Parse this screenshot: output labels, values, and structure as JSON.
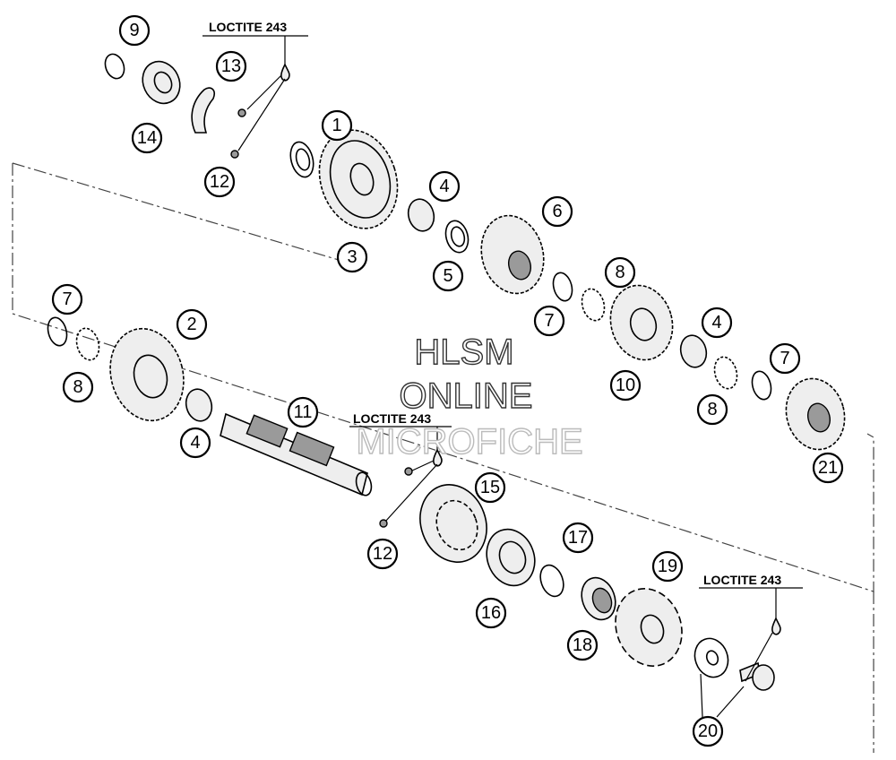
{
  "callouts": [
    {
      "id": "c9",
      "label": "9"
    },
    {
      "id": "c13",
      "label": "13"
    },
    {
      "id": "c14",
      "label": "14"
    },
    {
      "id": "c12a",
      "label": "12"
    },
    {
      "id": "c1",
      "label": "1"
    },
    {
      "id": "c3",
      "label": "3"
    },
    {
      "id": "c4a",
      "label": "4"
    },
    {
      "id": "c6",
      "label": "6"
    },
    {
      "id": "c5",
      "label": "5"
    },
    {
      "id": "c8a",
      "label": "8"
    },
    {
      "id": "c7a",
      "label": "7"
    },
    {
      "id": "c7b",
      "label": "7"
    },
    {
      "id": "c2",
      "label": "2"
    },
    {
      "id": "c8b",
      "label": "8"
    },
    {
      "id": "c4b",
      "label": "4"
    },
    {
      "id": "c10",
      "label": "10"
    },
    {
      "id": "c4c",
      "label": "4"
    },
    {
      "id": "c7c",
      "label": "7"
    },
    {
      "id": "c8c",
      "label": "8"
    },
    {
      "id": "c11",
      "label": "11"
    },
    {
      "id": "c21",
      "label": "21"
    },
    {
      "id": "c15",
      "label": "15"
    },
    {
      "id": "c12b",
      "label": "12"
    },
    {
      "id": "c17",
      "label": "17"
    },
    {
      "id": "c16",
      "label": "16"
    },
    {
      "id": "c19",
      "label": "19"
    },
    {
      "id": "c18",
      "label": "18"
    },
    {
      "id": "c20",
      "label": "20"
    }
  ],
  "notes": {
    "loctite_top": "LOCTITE 243",
    "loctite_mid": "LOCTITE 243",
    "loctite_bottom": "LOCTITE 243"
  },
  "watermark": {
    "line1": "HLSM",
    "line2": "ONLINE",
    "line3": "MICROFICHE"
  }
}
